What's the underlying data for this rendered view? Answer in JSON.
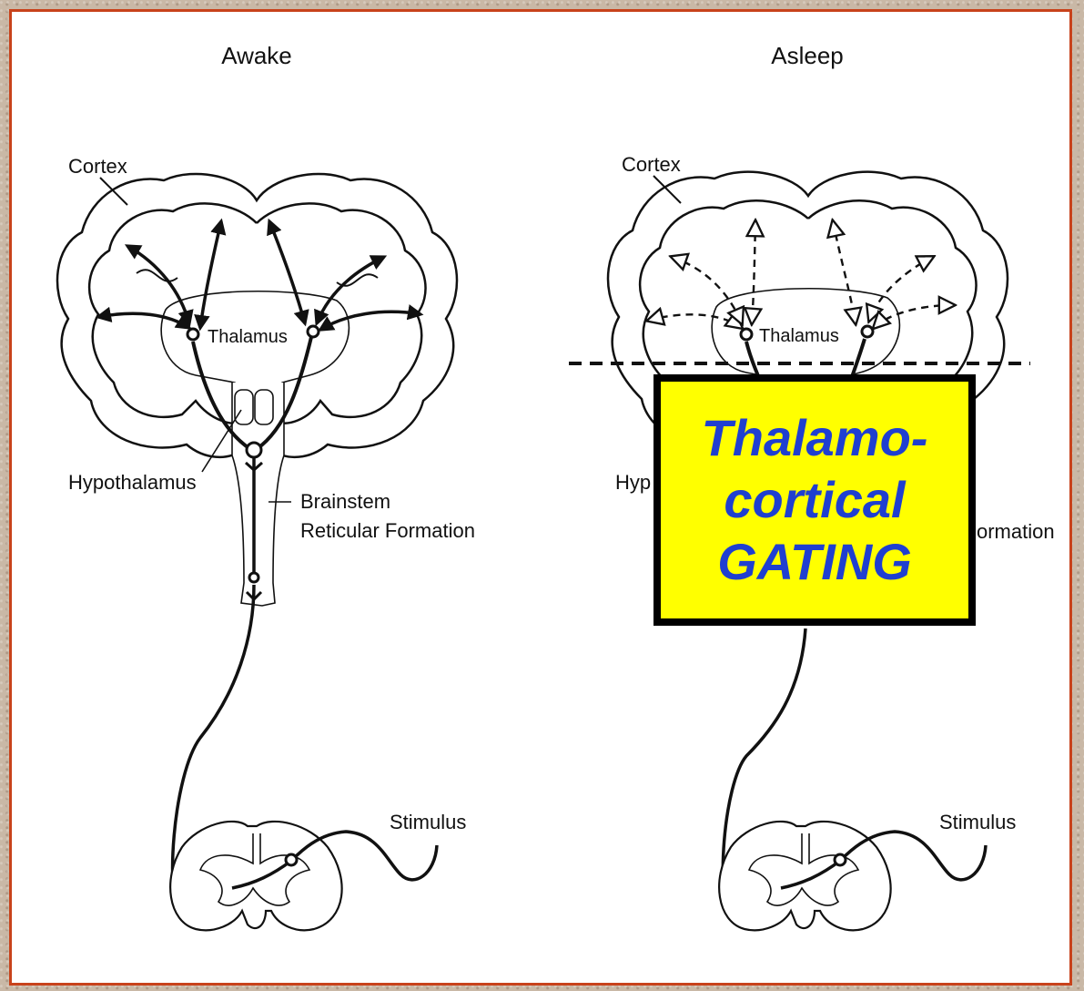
{
  "panels": {
    "awake": {
      "title": "Awake",
      "labels": {
        "cortex": "Cortex",
        "thalamus": "Thalamus",
        "hypothalamus": "Hypothalamus",
        "brainstem_line1": "Brainstem",
        "brainstem_line2": "Reticular Formation",
        "stimulus": "Stimulus"
      }
    },
    "asleep": {
      "title": "Asleep",
      "labels": {
        "cortex": "Cortex",
        "thalamus": "Thalamus",
        "hypothalamus_partial": "Hyp",
        "brainstem_partial": "ormation",
        "stimulus": "Stimulus"
      }
    }
  },
  "callout": {
    "line1": "Thalamo-",
    "line2": "cortical",
    "line3": "GATING"
  },
  "colors": {
    "frame_border": "#c8421b",
    "background_texture": "#c9b8a6",
    "callout_fill": "#ffff00",
    "callout_text": "#1f3fd0"
  }
}
